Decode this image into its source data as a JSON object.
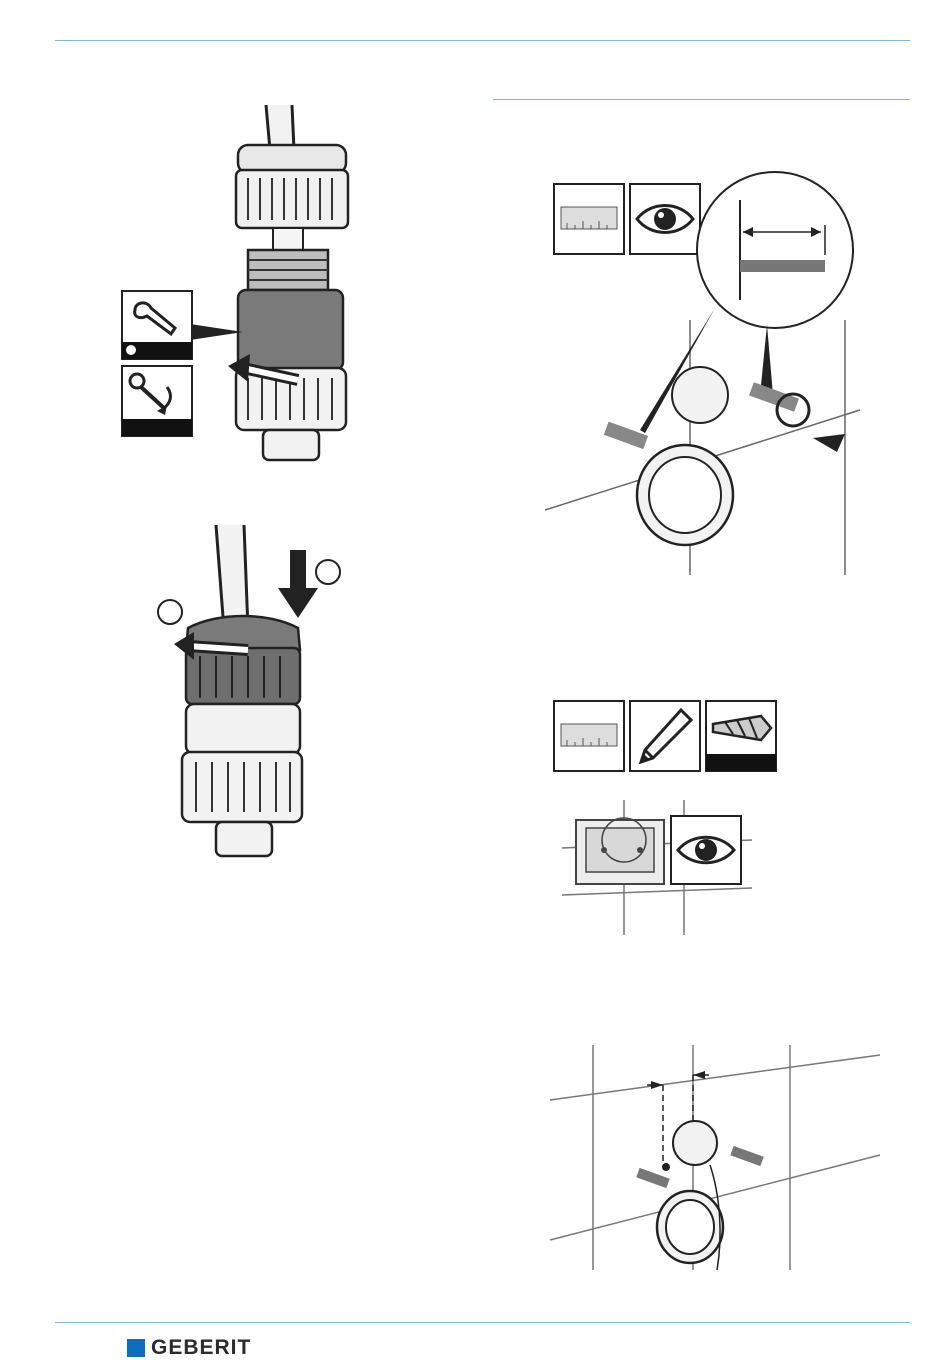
{
  "brand": {
    "name": "GEBERIT",
    "color": "#0a6ebd"
  },
  "figures": [
    {
      "id": "wrench-tighten",
      "icons": [
        "wrench-icon",
        "hex-key-turn-icon"
      ]
    },
    {
      "id": "nut-push-rotate",
      "icons": [
        "down-arrow-icon",
        "rotate-arrow-icon"
      ]
    },
    {
      "id": "check-screw-length",
      "icons": [
        "ruler-icon",
        "eye-icon"
      ]
    },
    {
      "id": "mark-and-drill",
      "icons": [
        "ruler-icon",
        "pencil-icon",
        "drill-bit-icon",
        "eye-icon"
      ]
    },
    {
      "id": "position-wall-rosette",
      "icons": []
    }
  ]
}
